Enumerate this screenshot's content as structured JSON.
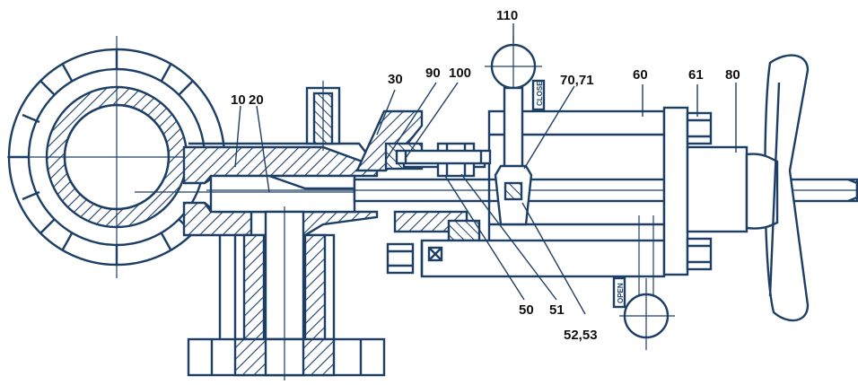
{
  "colors": {
    "line": "#1d3f66",
    "label": "#111111",
    "background": "#ffffff"
  },
  "callouts": {
    "c110": "110",
    "c30": "30",
    "c90": "90",
    "c100": "100",
    "c7071": "70,71",
    "c60": "60",
    "c61": "61",
    "c80": "80",
    "c10": "10",
    "c20": "20",
    "c50": "50",
    "c51": "51",
    "c5253": "52,53"
  },
  "position_tags": {
    "close": "CLOSE",
    "open": "OPEN"
  }
}
